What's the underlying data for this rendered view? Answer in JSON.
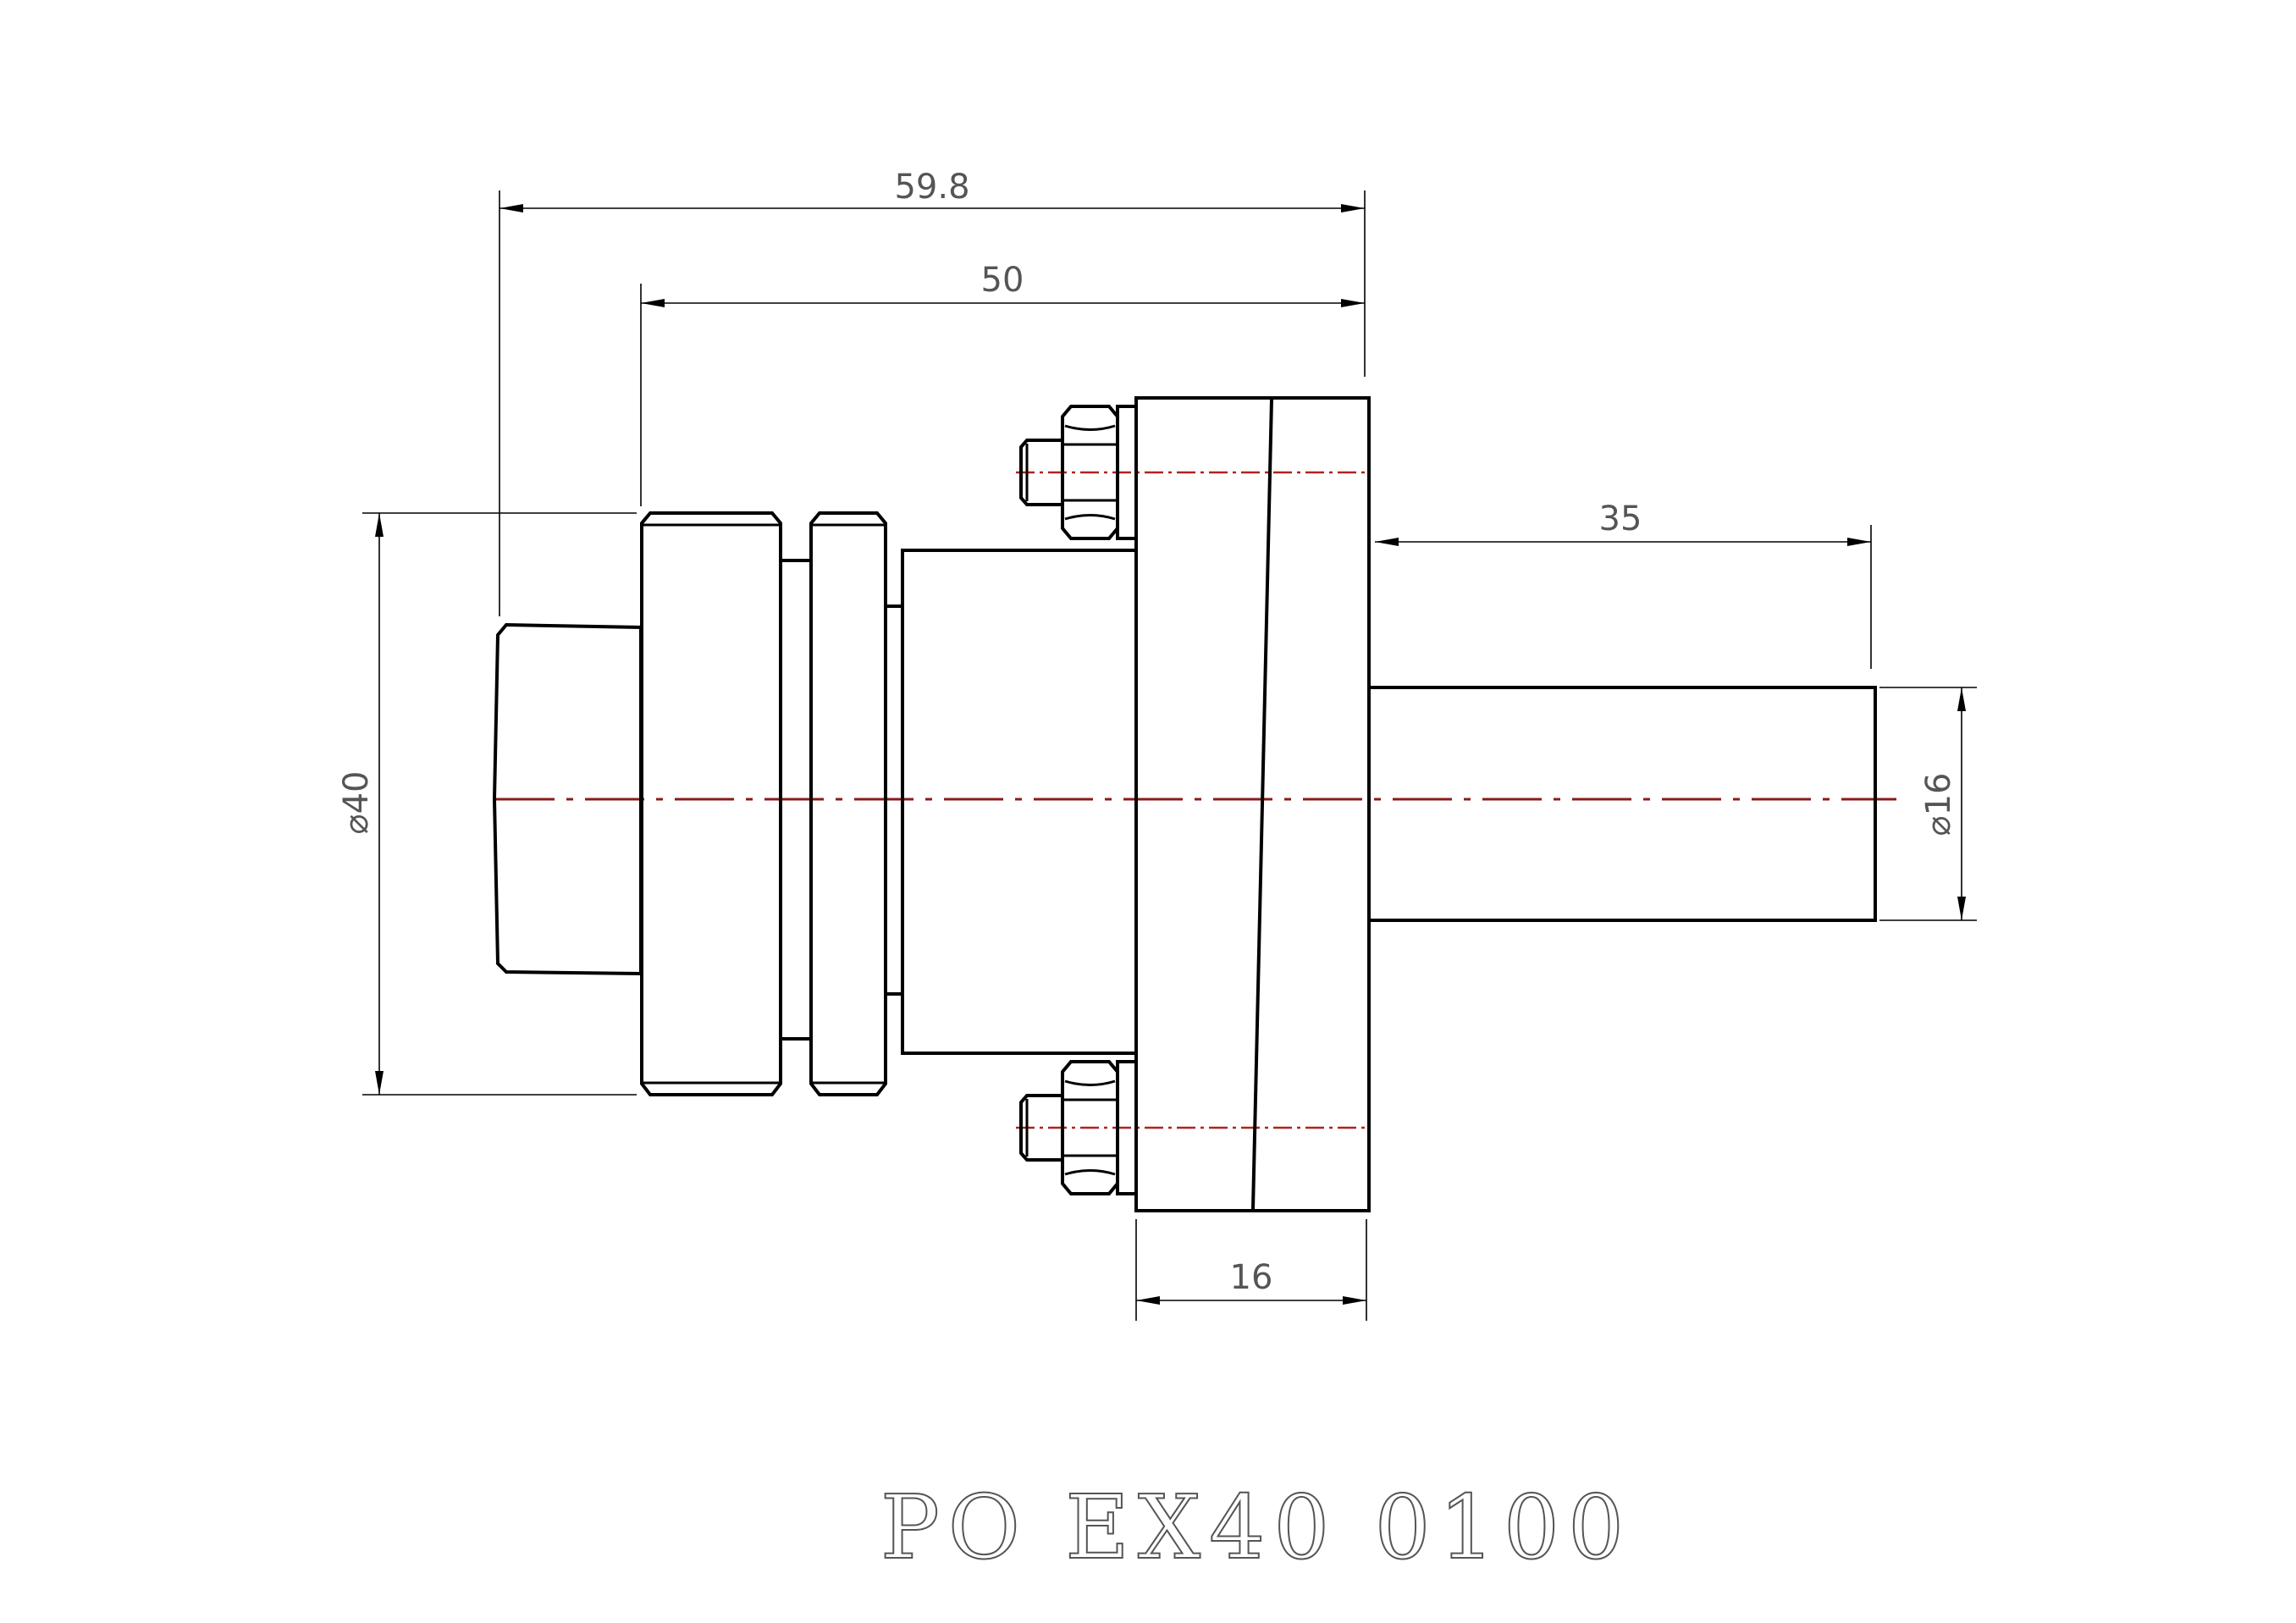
{
  "drawing": {
    "part_number": "PO EX40 0100",
    "dimensions": {
      "overall_length": "59.8",
      "body_length": "50",
      "flange_to_shaft_end": "35",
      "flange_thickness": "16",
      "body_diameter": "⌀40",
      "shaft_diameter": "⌀16"
    }
  }
}
